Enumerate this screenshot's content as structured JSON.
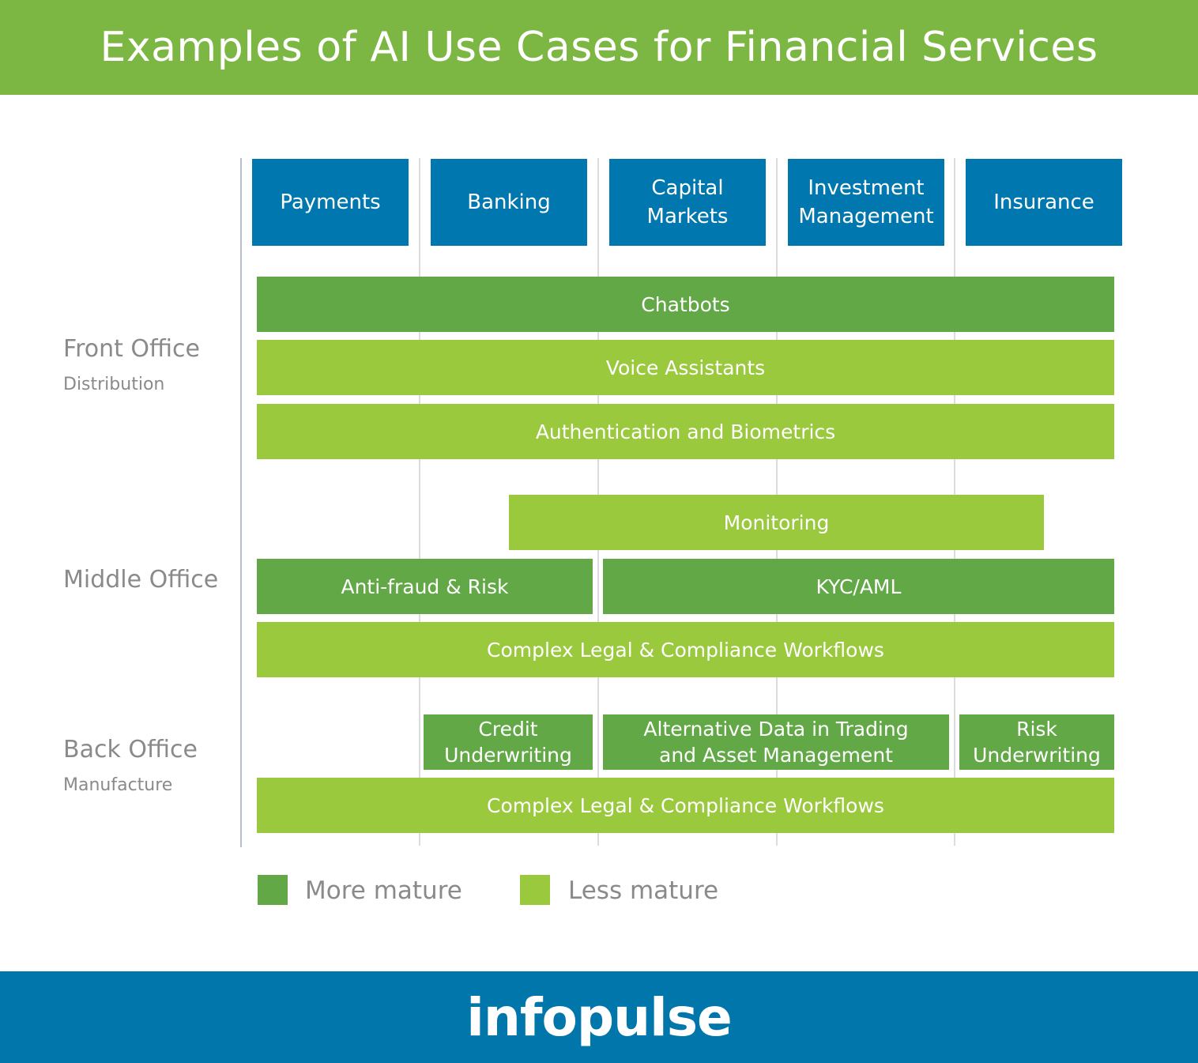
{
  "title": "Examples of AI Use Cases for Financial Services",
  "columns": [
    "Payments",
    "Banking",
    "Capital\nMarkets",
    "Investment\nManagement",
    "Insurance"
  ],
  "rows": {
    "front": {
      "label": "Front Office",
      "sub": "Distribution"
    },
    "middle": {
      "label": "Middle Office"
    },
    "back": {
      "label": "Back Office",
      "sub": "Manufacture"
    }
  },
  "use_cases": {
    "chatbots": {
      "label": "Chatbots",
      "maturity": "More mature"
    },
    "voice_assistants": {
      "label": "Voice Assistants",
      "maturity": "Less mature"
    },
    "authentication": {
      "label": "Authentication and Biometrics",
      "maturity": "Less mature"
    },
    "monitoring": {
      "label": "Monitoring",
      "maturity": "Less mature"
    },
    "anti_fraud": {
      "label": "Anti-fraud & Risk",
      "maturity": "More mature"
    },
    "kyc_aml": {
      "label": "KYC/AML",
      "maturity": "More mature"
    },
    "legal_middle": {
      "label": "Complex Legal & Compliance Workflows",
      "maturity": "Less mature"
    },
    "credit_underwriting": {
      "label": "Credit\nUnderwriting",
      "maturity": "More mature"
    },
    "alternative_data": {
      "label": "Alternative Data in Trading\nand Asset Management",
      "maturity": "More mature"
    },
    "risk_underwriting": {
      "label": "Risk\nUnderwriting",
      "maturity": "More mature"
    },
    "legal_back": {
      "label": "Complex Legal & Compliance Workflows",
      "maturity": "Less mature"
    }
  },
  "legend": {
    "more": {
      "label": "More mature",
      "color": "#62a846"
    },
    "less": {
      "label": "Less mature",
      "color": "#9ac93e"
    }
  },
  "colors": {
    "header": "#7db743",
    "column_header": "#0077ae",
    "footer": "#0076ab"
  },
  "brand": "infopulse"
}
